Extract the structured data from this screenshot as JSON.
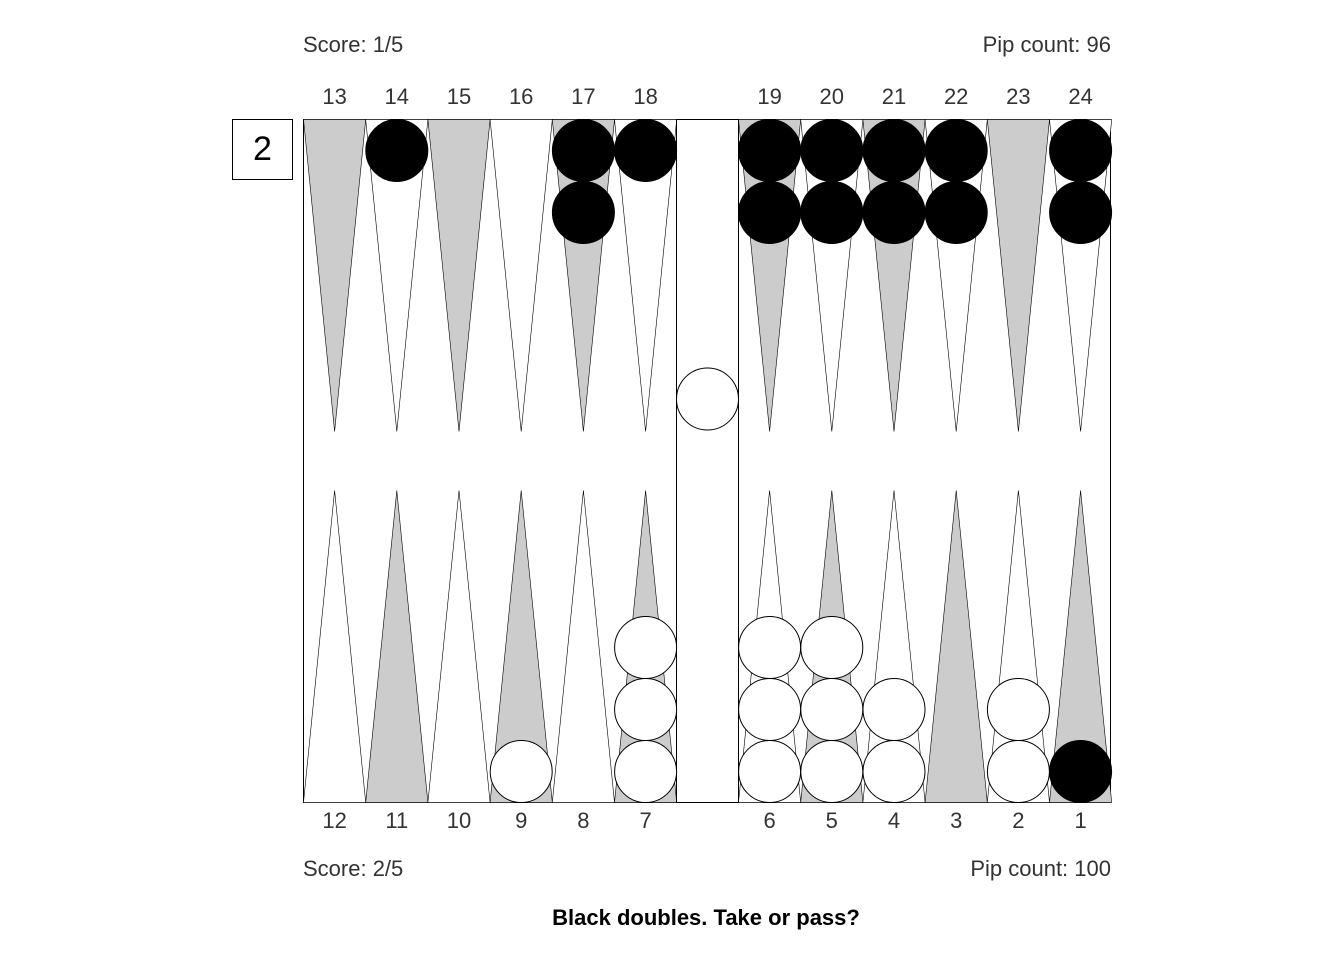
{
  "top_player": {
    "score": "Score: 1/5",
    "pip_count": "Pip count: 96"
  },
  "bottom_player": {
    "score": "Score: 2/5",
    "pip_count": "Pip count: 100"
  },
  "prompt": "Black doubles. Take or pass?",
  "cube_value": "2",
  "top_point_labels": [
    "13",
    "14",
    "15",
    "16",
    "17",
    "18",
    "19",
    "20",
    "21",
    "22",
    "23",
    "24"
  ],
  "bottom_point_labels": [
    "12",
    "11",
    "10",
    "9",
    "8",
    "7",
    "6",
    "5",
    "4",
    "3",
    "2",
    "1"
  ],
  "colors": {
    "point_dark": "#cccccc",
    "point_light": "#ffffff",
    "checker_black": "#000000",
    "checker_white": "#ffffff"
  },
  "top_points": [
    {
      "label": "13",
      "shade": "dark",
      "color": "",
      "count": 0
    },
    {
      "label": "14",
      "shade": "light",
      "color": "black",
      "count": 1
    },
    {
      "label": "15",
      "shade": "dark",
      "color": "",
      "count": 0
    },
    {
      "label": "16",
      "shade": "light",
      "color": "",
      "count": 0
    },
    {
      "label": "17",
      "shade": "dark",
      "color": "black",
      "count": 2
    },
    {
      "label": "18",
      "shade": "light",
      "color": "black",
      "count": 1
    },
    {
      "label": "19",
      "shade": "dark",
      "color": "black",
      "count": 2
    },
    {
      "label": "20",
      "shade": "light",
      "color": "black",
      "count": 2
    },
    {
      "label": "21",
      "shade": "dark",
      "color": "black",
      "count": 2
    },
    {
      "label": "22",
      "shade": "light",
      "color": "black",
      "count": 2
    },
    {
      "label": "23",
      "shade": "dark",
      "color": "",
      "count": 0
    },
    {
      "label": "24",
      "shade": "light",
      "color": "black",
      "count": 2
    }
  ],
  "bottom_points": [
    {
      "label": "12",
      "shade": "light",
      "color": "",
      "count": 0
    },
    {
      "label": "11",
      "shade": "dark",
      "color": "",
      "count": 0
    },
    {
      "label": "10",
      "shade": "light",
      "color": "",
      "count": 0
    },
    {
      "label": "9",
      "shade": "dark",
      "color": "white",
      "count": 1
    },
    {
      "label": "8",
      "shade": "light",
      "color": "",
      "count": 0
    },
    {
      "label": "7",
      "shade": "dark",
      "color": "white",
      "count": 3
    },
    {
      "label": "6",
      "shade": "light",
      "color": "white",
      "count": 3
    },
    {
      "label": "5",
      "shade": "dark",
      "color": "white",
      "count": 3
    },
    {
      "label": "4",
      "shade": "light",
      "color": "white",
      "count": 2
    },
    {
      "label": "3",
      "shade": "dark",
      "color": "",
      "count": 0
    },
    {
      "label": "2",
      "shade": "light",
      "color": "white",
      "count": 2
    },
    {
      "label": "1",
      "shade": "dark",
      "color": "black",
      "count": 1
    }
  ],
  "bar": {
    "white_checkers": 1,
    "black_checkers": 0
  }
}
